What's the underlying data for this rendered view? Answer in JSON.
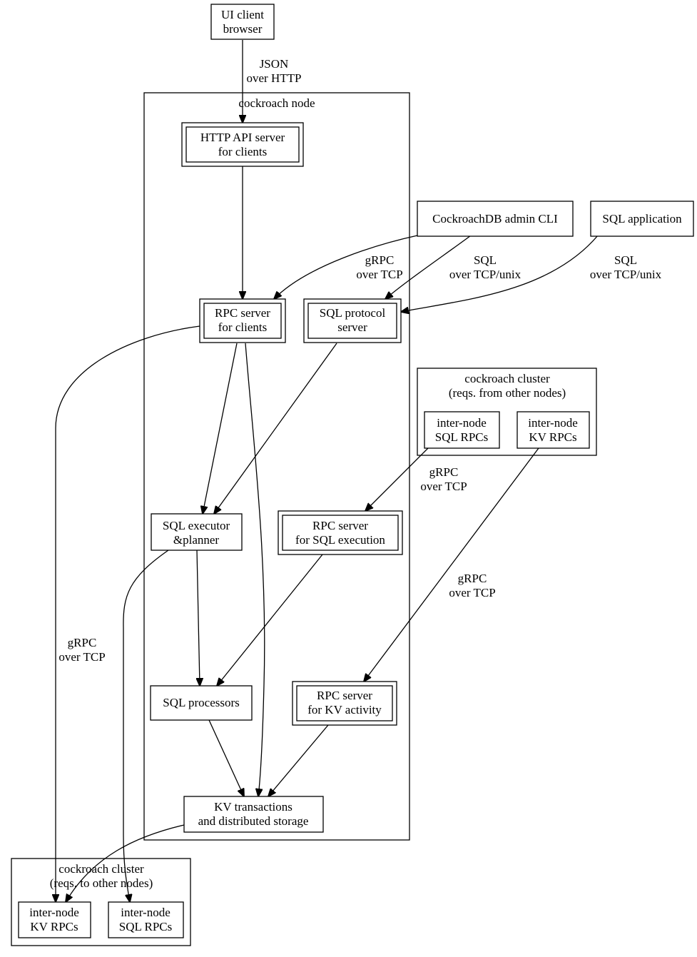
{
  "clusters": {
    "node": {
      "title": [
        "cockroach node"
      ]
    },
    "incoming": {
      "title": [
        "cockroach cluster",
        "(reqs. from other nodes)"
      ]
    },
    "outgoing": {
      "title": [
        "cockroach cluster",
        "(reqs. to other nodes)"
      ]
    }
  },
  "nodes": {
    "ui_client": [
      "UI client",
      "browser"
    ],
    "http_api": [
      "HTTP API server",
      "for clients"
    ],
    "admin_cli": [
      "CockroachDB admin CLI"
    ],
    "sql_app": [
      "SQL application"
    ],
    "rpc_clients": [
      "RPC server",
      "for clients"
    ],
    "sql_protocol": [
      "SQL protocol",
      "server"
    ],
    "in_sql_rpcs": [
      "inter-node",
      "SQL RPCs"
    ],
    "in_kv_rpcs": [
      "inter-node",
      "KV RPCs"
    ],
    "sql_executor": [
      "SQL executor",
      "&planner"
    ],
    "rpc_sql_exec": [
      "RPC server",
      "for SQL execution"
    ],
    "sql_processors": [
      "SQL processors"
    ],
    "rpc_kv": [
      "RPC server",
      "for KV activity"
    ],
    "kv_storage": [
      "KV transactions",
      "and distributed storage"
    ],
    "out_kv_rpcs": [
      "inter-node",
      "KV RPCs"
    ],
    "out_sql_rpcs": [
      "inter-node",
      "SQL RPCs"
    ]
  },
  "edge_labels": {
    "json_http": [
      "JSON",
      "over HTTP"
    ],
    "cli_grpc": [
      "gRPC",
      "over TCP"
    ],
    "cli_sql": [
      "SQL",
      "over TCP/unix"
    ],
    "app_sql": [
      "SQL",
      "over TCP/unix"
    ],
    "in_sql_grpc": [
      "gRPC",
      "over TCP"
    ],
    "in_kv_grpc": [
      "gRPC",
      "over TCP"
    ],
    "out_kv_grpc": [
      "gRPC",
      "over TCP"
    ]
  }
}
